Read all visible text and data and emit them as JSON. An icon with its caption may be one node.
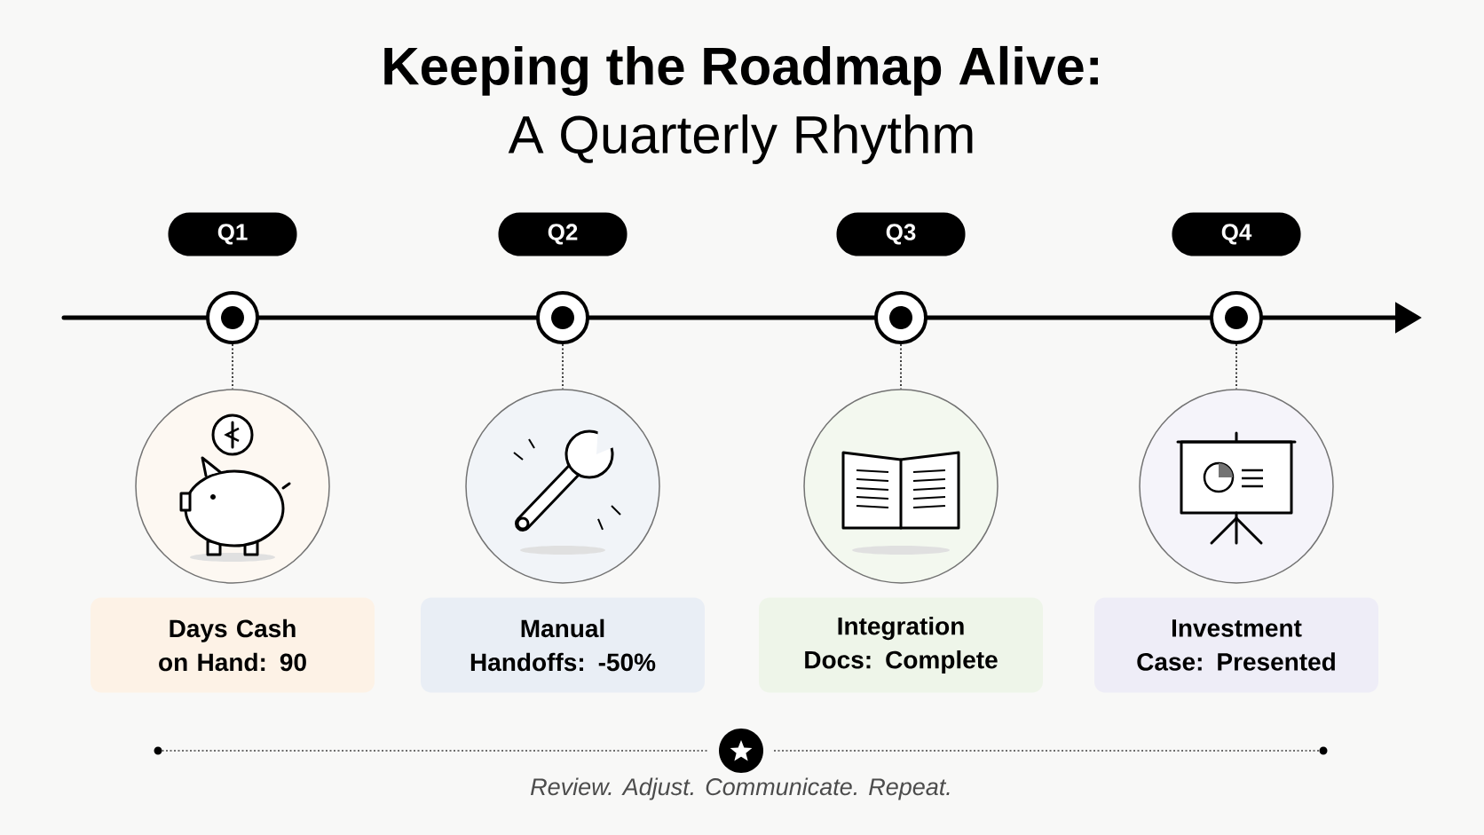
{
  "diagram": {
    "title": "Keeping the Roadmap Alive:",
    "caption": "Review. Adjust. Communicate. Repeat.",
    "nodes": [
      {
        "text": [
          "Q1"
        ]
      },
      {
        "text": [
          "Q2"
        ]
      },
      {
        "text": [
          "Q3"
        ]
      },
      {
        "text": [
          "Q4"
        ]
      },
      {
        "text": [],
        "shape": "circle"
      },
      {
        "text": [],
        "shape": "circle"
      },
      {
        "text": [],
        "shape": "circle"
      },
      {
        "text": [],
        "shape": "circle"
      },
      {
        "text": [],
        "shape": "circle"
      },
      {
        "text": [],
        "shape": "circle"
      },
      {
        "text": [],
        "shape": "circle"
      },
      {
        "text": [],
        "shape": "circle"
      },
      {
        "text": [
          "Days Cash on Hand: 90"
        ]
      },
      {
        "text": [
          "Manual Handoffs: -50%"
        ]
      },
      {
        "text": [
          "Integration Docs: Complete"
        ]
      },
      {
        "text": [
          "Investment Case: Presented"
        ]
      }
    ],
    "edges": [
      {
        "from": 4,
        "to": 8,
        "arrow": "none",
        "style": "dashed"
      },
      {
        "from": 5,
        "to": 9,
        "arrow": "none",
        "style": "dashed"
      },
      {
        "from": 6,
        "to": 10,
        "arrow": "none",
        "style": "dashed"
      },
      {
        "from": 7,
        "to": 11,
        "arrow": "none",
        "style": "dashed"
      }
    ],
    "labels": [
      "A Quarterly Rhythm"
    ]
  }
}
